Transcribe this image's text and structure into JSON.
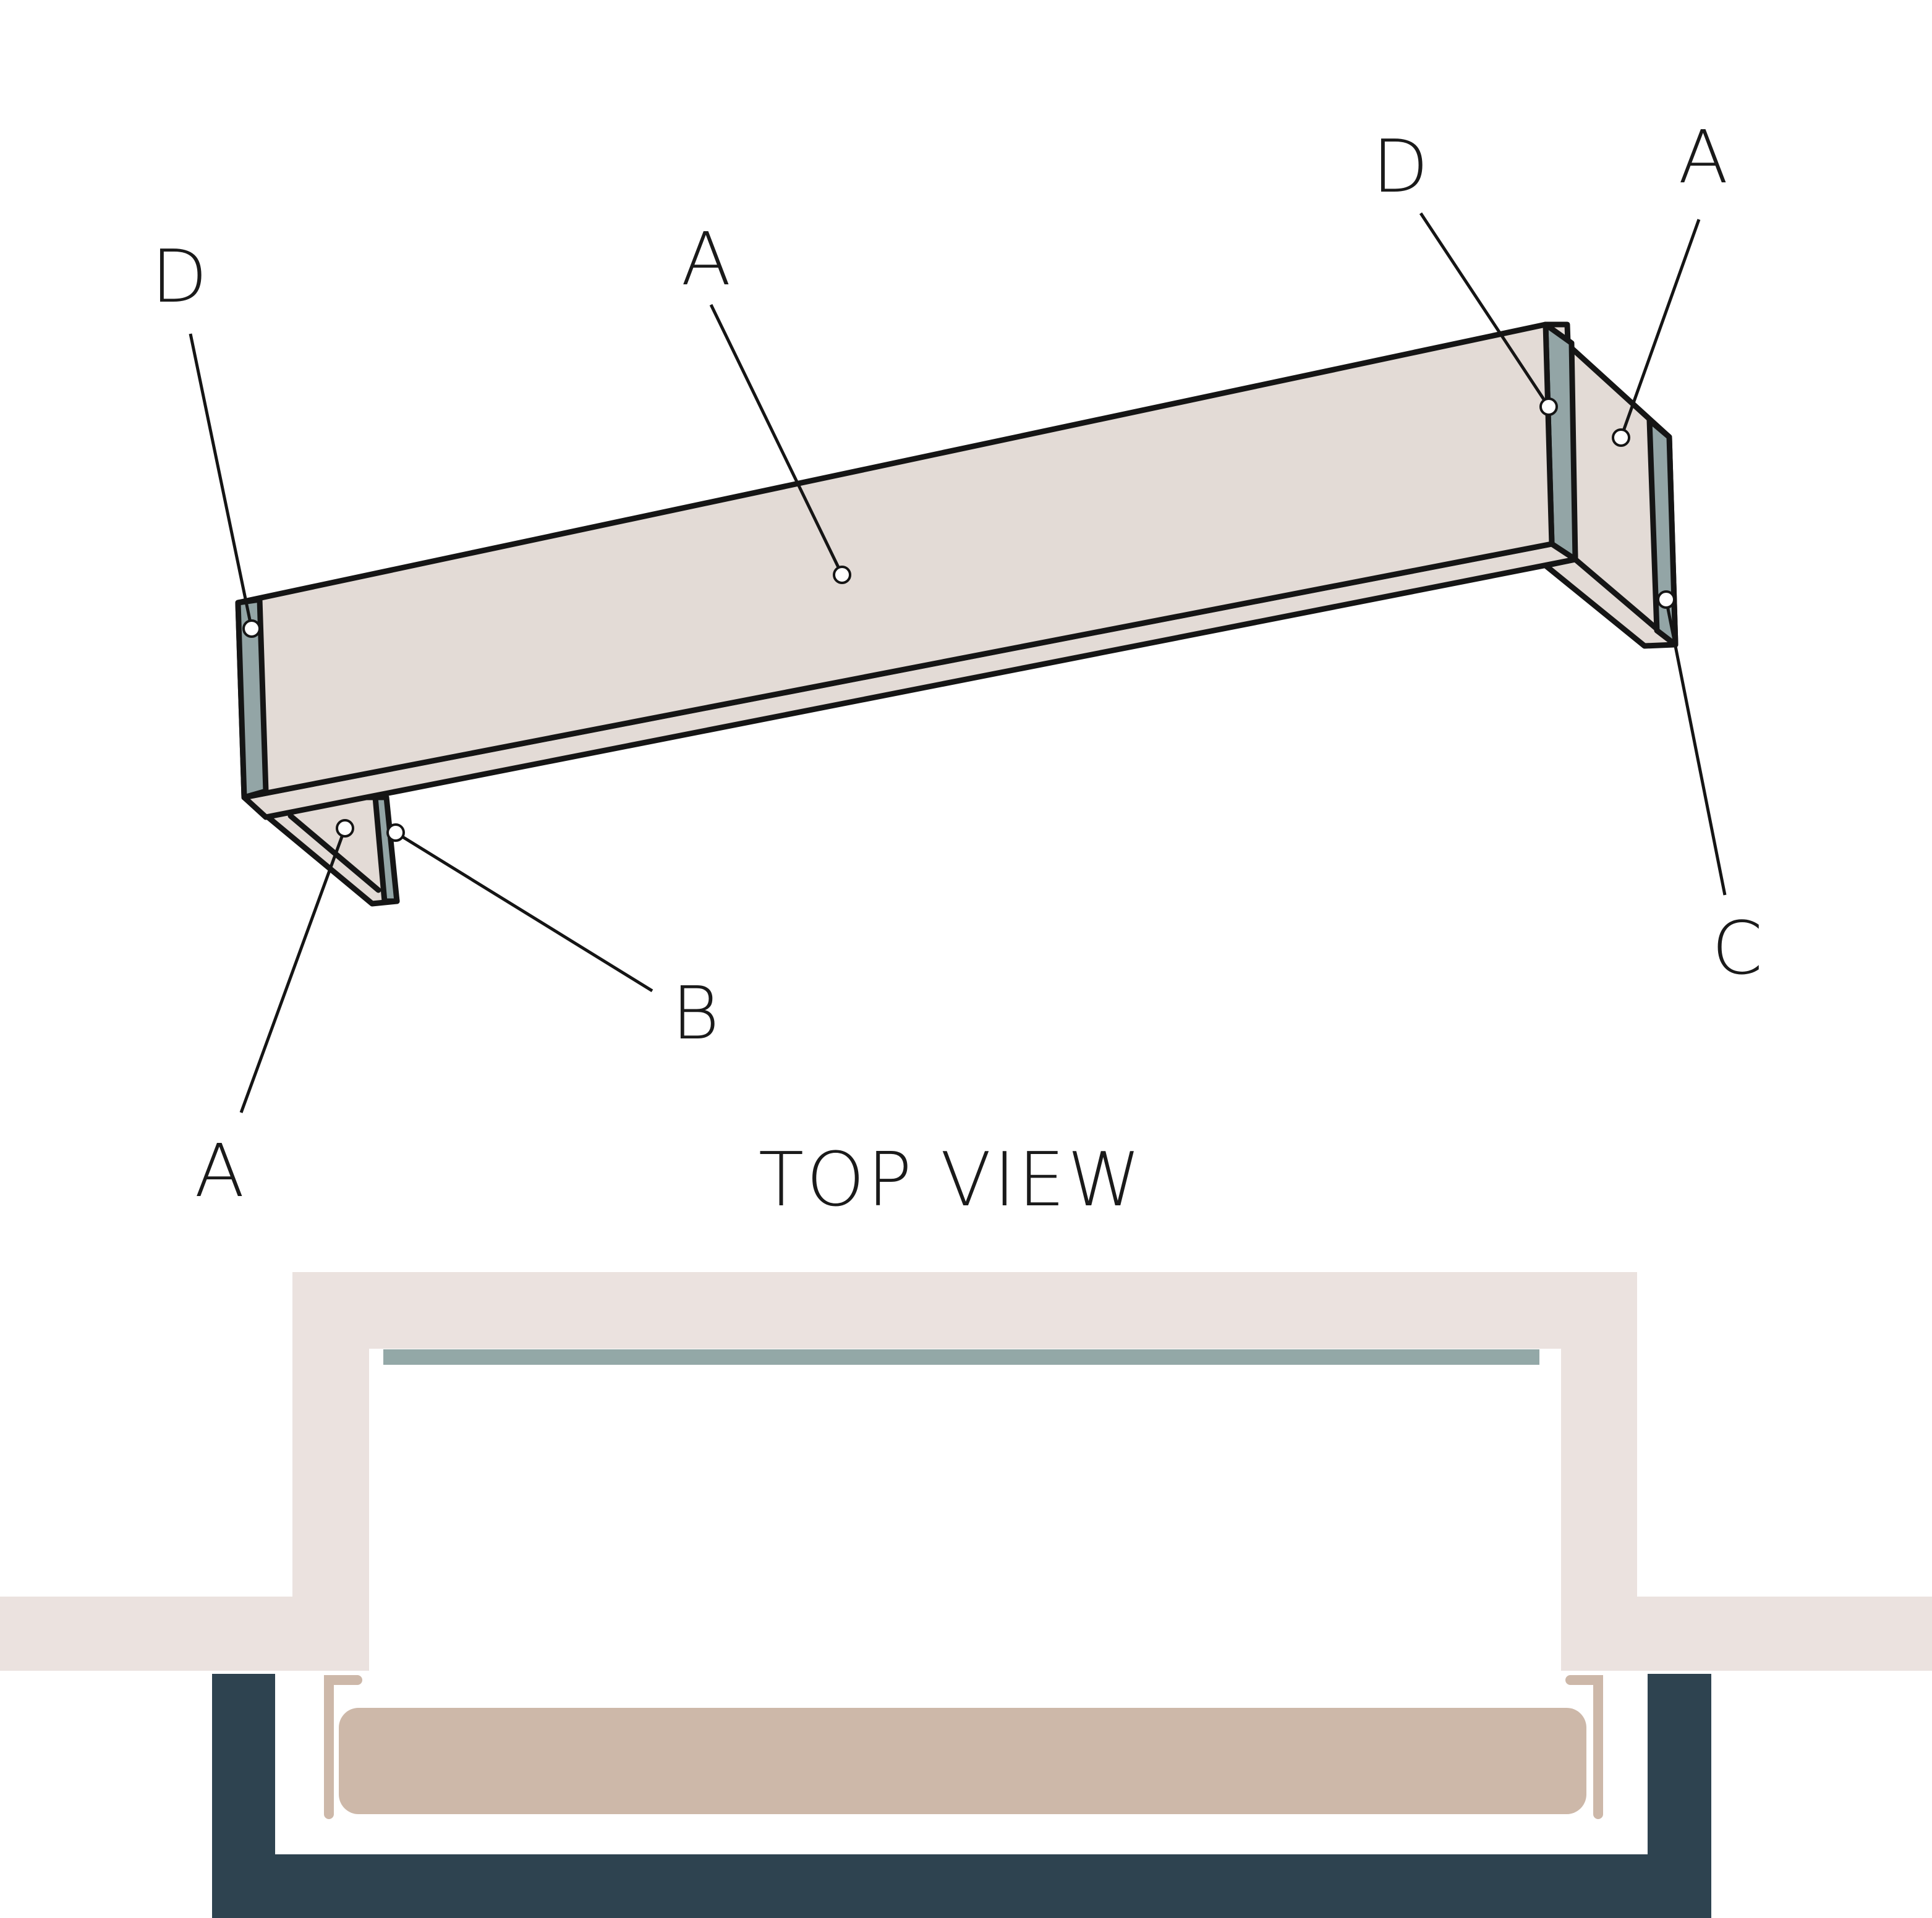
{
  "diagram": {
    "labels": {
      "d_left": "D",
      "a_center": "A",
      "d_right": "D",
      "a_right": "A",
      "c_right": "C",
      "b_bottom": "B",
      "a_bottom": "A"
    },
    "section_title": "TOP VIEW"
  },
  "colors": {
    "panel_fill": "#e3dbd6",
    "edge_strip": "#93a5a6",
    "outline": "#151515",
    "wall": "#ebe2df",
    "teal_line": "#93a8a7",
    "track": "#2e4350",
    "bracket": "#cdb8a9",
    "background": "#ffffff"
  }
}
